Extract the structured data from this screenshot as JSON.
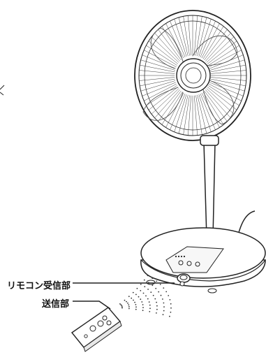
{
  "labels": {
    "receiver": "リモコン受信部",
    "transmitter": "送信部"
  },
  "colors": {
    "line": "#222222",
    "fill": "#ffffff",
    "light": "#f2f2f2"
  },
  "icons": [
    "electric-fan-illustration",
    "remote-control-illustration",
    "infrared-signal-dots"
  ]
}
